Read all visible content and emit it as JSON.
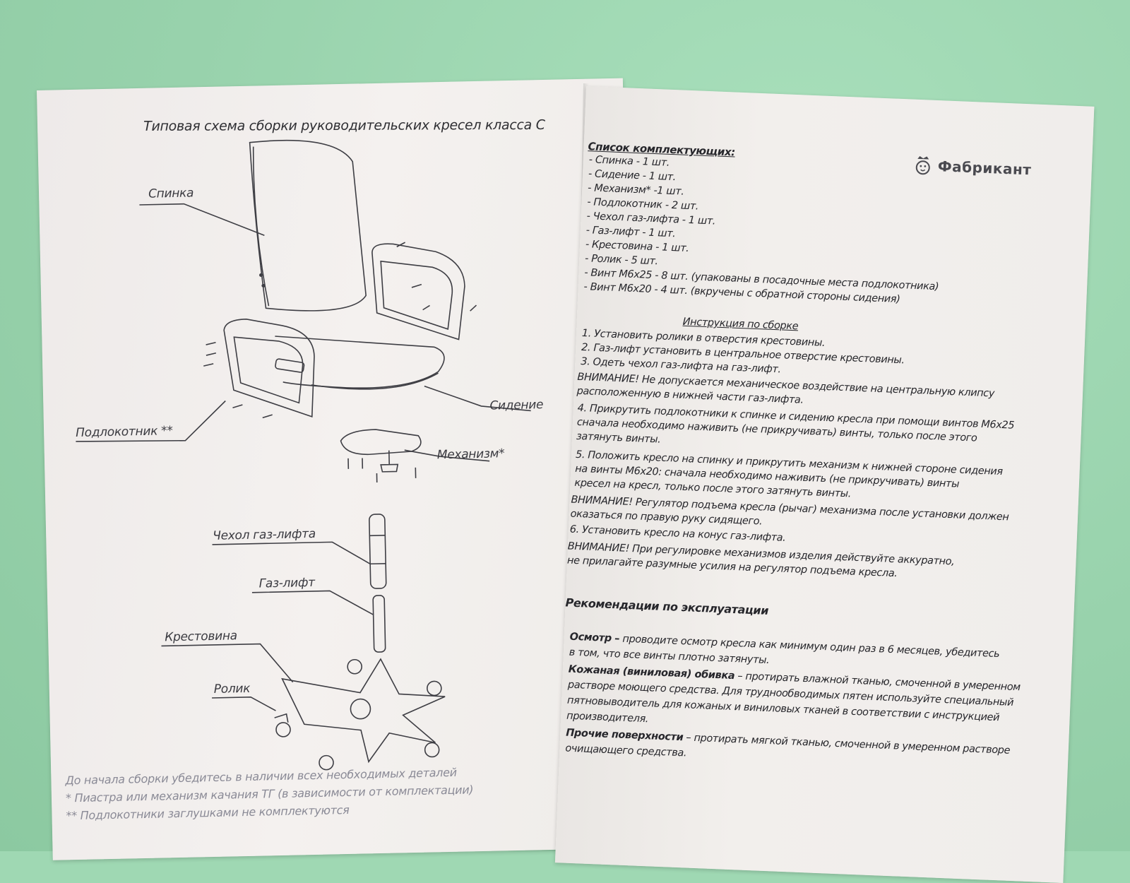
{
  "left_page": {
    "title": "Типовая схема сборки руководительских кресел класса С",
    "labels": {
      "backrest": "Спинка",
      "armrest": "Подлокотник **",
      "seat": "Сидение",
      "mechanism": "Механизм*",
      "gaslift_cover": "Чехол газ-лифта",
      "gaslift": "Газ-лифт",
      "base": "Крестовина",
      "caster": "Ролик"
    },
    "notes": [
      "До начала сборки убедитесь в наличии всех необходимых деталей",
      "* Пиастра или механизм качания ТГ (в зависимости от комплектации)",
      "** Подлокотники заглушками не комплектуются"
    ]
  },
  "right_page": {
    "brand": "Фабрикант",
    "parts_title": "Список комплектующих:",
    "parts": [
      "- Спинка - 1 шт.",
      "- Сидение - 1 шт.",
      "- Механизм* -1 шт.",
      "- Подлокотник - 2 шт.",
      "- Чехол газ-лифта - 1 шт.",
      "- Газ-лифт - 1 шт.",
      "- Крестовина - 1 шт.",
      "- Ролик - 5 шт.",
      "- Винт М6х25 - 8 шт. (упакованы в посадочные места подлокотника)",
      "- Винт М6х20 - 4 шт. (вкручены с обратной стороны сидения)"
    ],
    "instructions_title": "Инструкция по сборке",
    "instructions": [
      "1. Установить ролики в отверстия крестовины.",
      "2. Газ-лифт установить в центральное отверстие крестовины.",
      "3. Одеть чехол газ-лифта на газ-лифт.",
      "ВНИМАНИЕ! Не допускается механическое воздействие на центральную клипсу",
      "расположенную в нижней части газ-лифта.",
      "4. Прикрутить подлокотники к спинке и сидению кресла при помощи винтов М6х25",
      "сначала необходимо наживить (не прикручивать) винты, только после этого",
      "затянуть винты.",
      "5. Положить кресло на спинку и прикрутить механизм к нижней стороне сидения",
      "на винты М6х20: сначала необходимо наживить (не прикручивать) винты",
      "кресел на кресл, только после этого затянуть винты.",
      "ВНИМАНИЕ! Регулятор подъема кресла (рычаг) механизма после установки должен",
      "оказаться по правую руку сидящего.",
      "6. Установить кресло на конус газ-лифта.",
      "ВНИМАНИЕ! При регулировке механизмов изделия действуйте аккуратно,",
      "не прилагайте разумные усилия на регулятор подъема кресла."
    ],
    "recommendations_title": "Рекомендации по эксплуатации",
    "recommendations": [
      {
        "bold": "Осмотр –",
        "text": " проводите осмотр кресла как минимум один раз в 6 месяцев, убедитесь"
      },
      {
        "bold": "",
        "text": "в том, что все винты плотно затянуты."
      },
      {
        "bold": "Кожаная (виниловая) обивка",
        "text": " – протирать влажной тканью, смоченной в умеренном"
      },
      {
        "bold": "",
        "text": "растворе моющего средства. Для труднообводимых пятен используйте специальный"
      },
      {
        "bold": "",
        "text": "пятновыводитель для кожаных и виниловых тканей в соответствии с инструкцией"
      },
      {
        "bold": "",
        "text": "производителя."
      },
      {
        "bold": "Прочие поверхности",
        "text": " – протирать мягкой тканью, смоченной в умеренном растворе"
      },
      {
        "bold": "",
        "text": "очищающего средства."
      }
    ]
  },
  "colors": {
    "background": "#9fd8b3",
    "paper": "#f3f0ee",
    "ink": "#2f2f33"
  }
}
